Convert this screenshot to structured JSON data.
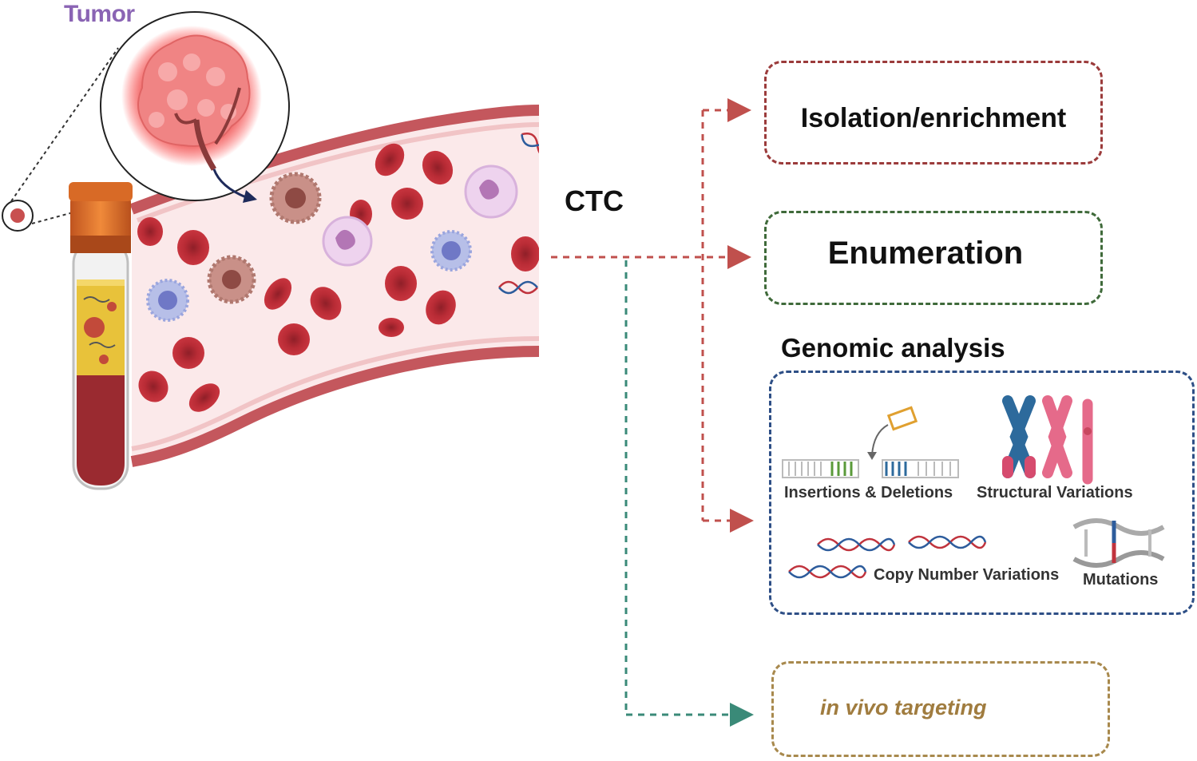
{
  "labels": {
    "tumor": "Tumor",
    "ctc": "CTC"
  },
  "boxes": {
    "isolation": "Isolation/enrichment",
    "enumeration": "Enumeration",
    "genomic_header": "Genomic analysis",
    "in_vivo": "in vivo targeting"
  },
  "genomic_items": {
    "indels": "Insertions & Deletions",
    "structural": "Structural Variations",
    "cnv": "Copy Number Variations",
    "mutations": "Mutations"
  },
  "colors": {
    "isolation_border": "#9b3b3b",
    "enumeration_border": "#3f6a3a",
    "genomic_border": "#2e4f86",
    "in_vivo_border": "#a8894d",
    "red_arrow": "#c0504d",
    "green_arrow": "#3a8a78",
    "vessel_wall": "#c4575d",
    "rbc": "#c0333d",
    "tumor_label": "#8a64b4"
  }
}
